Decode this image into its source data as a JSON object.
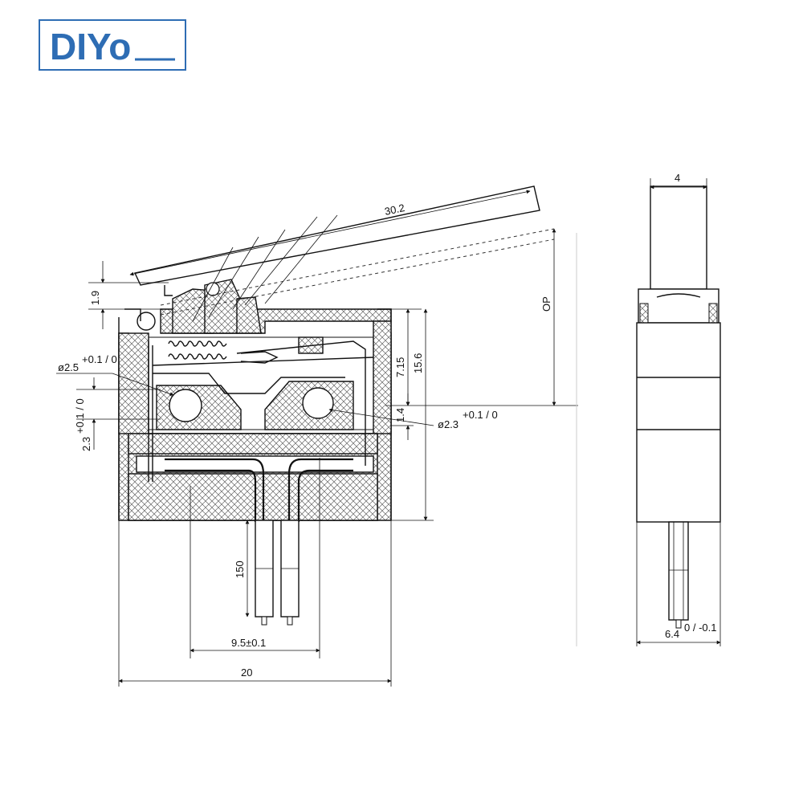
{
  "brand": {
    "logo_text": "DIYo",
    "color": "#2e6db4"
  },
  "side_view": {
    "labels": {
      "length": "30.2",
      "lever_height": "1.9",
      "op_position": "OP",
      "hole_left": "ø2.5",
      "hole_left_tol": "+0.1 / 0",
      "hole_right": "ø2.3",
      "hole_right_tol": "+0.1 / 0",
      "hole_offset": "2.3",
      "hole_offset_tol": "+0.1 / 0",
      "hole_height": "7.15",
      "body_height": "15.6",
      "edge_to_hole": "1.4",
      "terminal_length": "150",
      "terminal_pitch": "9.5±0.1",
      "body_width": "20"
    }
  },
  "end_view": {
    "labels": {
      "plunger_width": "4",
      "body_thickness": "6.4",
      "thickness_tol": "0 / -0.1"
    }
  }
}
